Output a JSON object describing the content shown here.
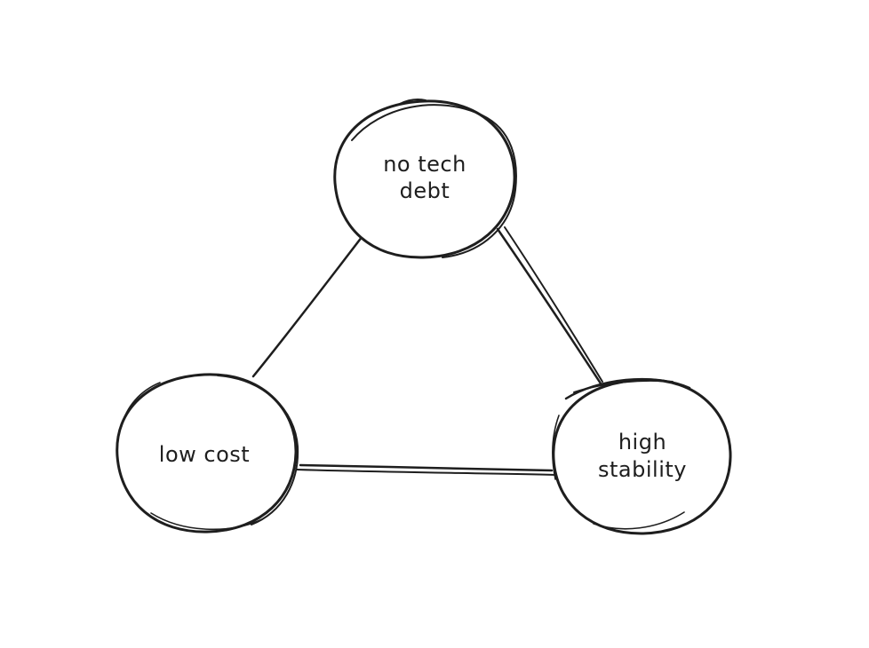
{
  "canvas": {
    "background_color": "#ffffff",
    "ink_color": "#1e1e1e",
    "style": "hand-drawn-sketch"
  },
  "diagram": {
    "type": "triangle-tradeoff",
    "nodes": [
      {
        "id": "no-tech-debt",
        "shape": "ellipse",
        "label": "no tech debt",
        "label_lines": [
          "no tech",
          "debt"
        ]
      },
      {
        "id": "low-cost",
        "shape": "ellipse",
        "label": "low cost",
        "label_lines": [
          "low cost"
        ]
      },
      {
        "id": "high-stability",
        "shape": "ellipse",
        "label": "high stability",
        "label_lines": [
          "high",
          "stability"
        ]
      }
    ],
    "edges": [
      {
        "from": "no-tech-debt",
        "to": "low-cost",
        "stroke": "single"
      },
      {
        "from": "no-tech-debt",
        "to": "high-stability",
        "stroke": "double"
      },
      {
        "from": "low-cost",
        "to": "high-stability",
        "stroke": "double"
      }
    ]
  }
}
